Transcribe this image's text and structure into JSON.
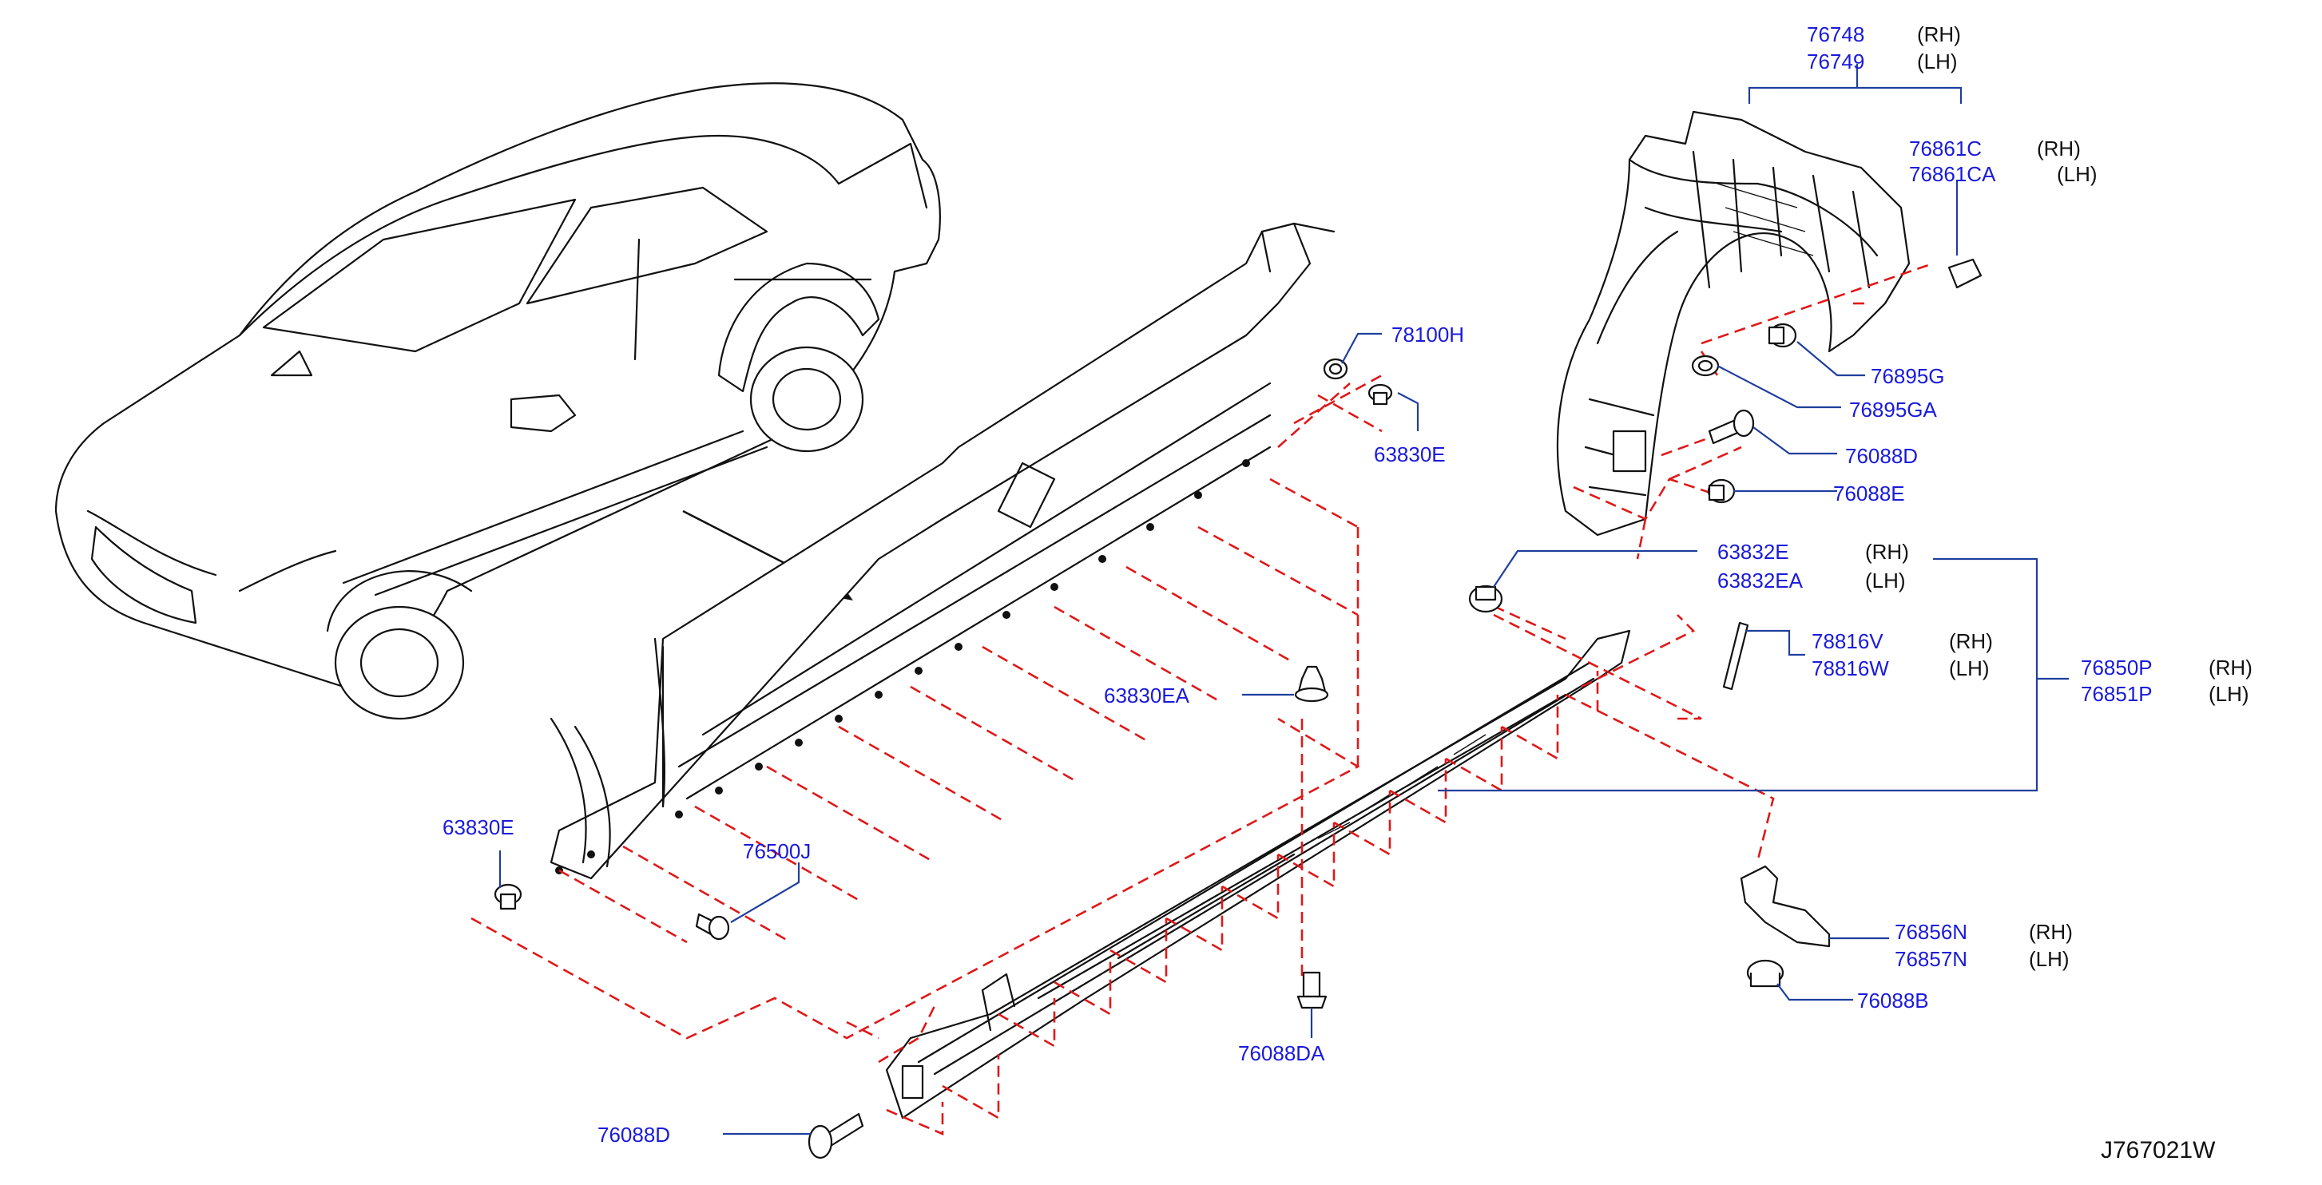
{
  "colors": {
    "label": "#1a1adb",
    "leader": "#1f3f9e",
    "dashed_guide": "#e01818",
    "line_art": "#111111",
    "background": "#ffffff"
  },
  "diagram_code": "J767021W",
  "parts": {
    "p_76748": {
      "number": "76748",
      "side": "(RH)"
    },
    "p_76749": {
      "number": "76749",
      "side": "(LH)"
    },
    "p_76861C": {
      "number": "76861C",
      "side": "(RH)"
    },
    "p_76861CA": {
      "number": "76861CA",
      "side": "(LH)"
    },
    "p_78100H": {
      "number": "78100H"
    },
    "p_63830E_top": {
      "number": "63830E"
    },
    "p_76895G": {
      "number": "76895G"
    },
    "p_76895GA": {
      "number": "76895GA"
    },
    "p_76088D_top": {
      "number": "76088D"
    },
    "p_76088E": {
      "number": "76088E"
    },
    "p_63832E": {
      "number": "63832E",
      "side": "(RH)"
    },
    "p_63832EA": {
      "number": "63832EA",
      "side": "(LH)"
    },
    "p_78816V": {
      "number": "78816V",
      "side": "(RH)"
    },
    "p_78816W": {
      "number": "78816W",
      "side": "(LH)"
    },
    "p_76850P": {
      "number": "76850P",
      "side": "(RH)"
    },
    "p_76851P": {
      "number": "76851P",
      "side": "(LH)"
    },
    "p_63830EA": {
      "number": "63830EA"
    },
    "p_63830E_left": {
      "number": "63830E"
    },
    "p_76500J": {
      "number": "76500J"
    },
    "p_76856N": {
      "number": "76856N",
      "side": "(RH)"
    },
    "p_76857N": {
      "number": "76857N",
      "side": "(LH)"
    },
    "p_76088B": {
      "number": "76088B"
    },
    "p_76088DA": {
      "number": "76088DA"
    },
    "p_76088D_bottom": {
      "number": "76088D"
    }
  },
  "icons": {
    "car": "car-outline-illustration",
    "sill_panel": "body-side-sill-panel",
    "mudguard": "rear-wheel-mudguard",
    "side_sill_cover": "side-sill-cover-molding",
    "arrow": "direction-arrow",
    "clip": "push-clip",
    "screw": "tapping-screw",
    "nut": "flange-nut",
    "bracket": "mounting-bracket"
  }
}
